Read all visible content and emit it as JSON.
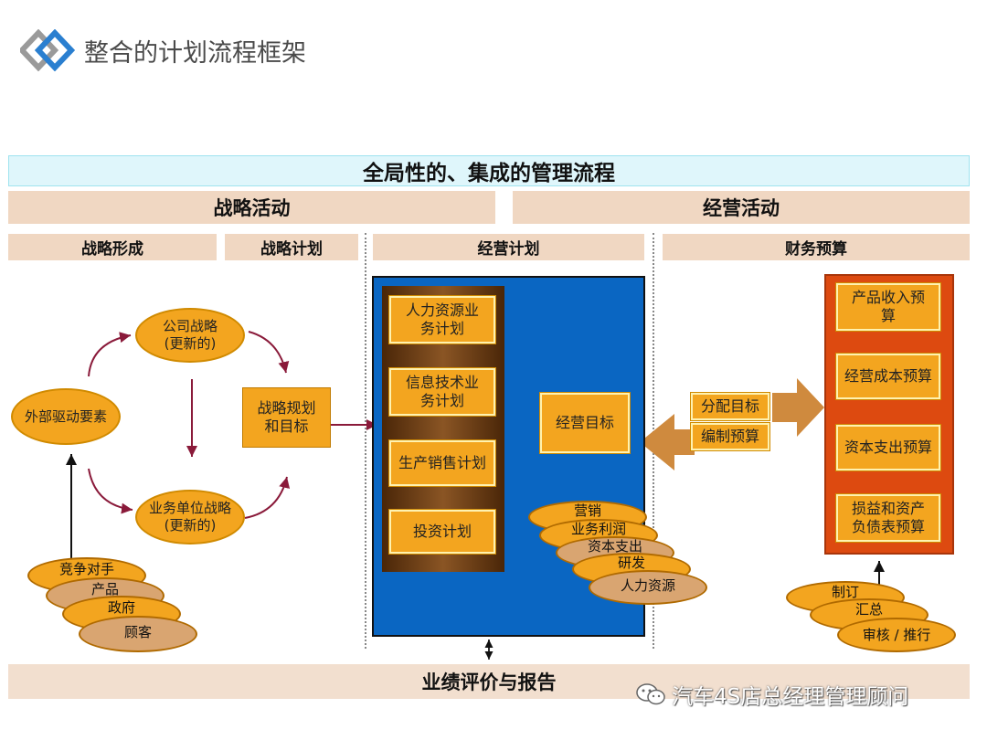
{
  "page": {
    "title": "整合的计划流程框架"
  },
  "header_bar": "全局性的、集成的管理流程",
  "sections": {
    "strategy": "战略活动",
    "operations": "经营活动"
  },
  "subsections": {
    "strategy_formation": "战略形成",
    "strategy_planning": "战略计划",
    "operation_planning": "经营计划",
    "financial_budget": "财务预算"
  },
  "strategy_formation": {
    "corporate_strategy": [
      "公司战略",
      "(更新的)"
    ],
    "business_unit_strategy": [
      "业务单位战略",
      "(更新的)"
    ],
    "external_drivers": "外部驱动要素",
    "drivers_stack": [
      "竞争对手",
      "产品",
      "政府",
      "顾客"
    ]
  },
  "strategy_planning": {
    "box": [
      "战略规划",
      "和目标"
    ]
  },
  "operation_planning": {
    "plans": [
      [
        "人力资源业",
        "务计划"
      ],
      [
        "信息技术业",
        "务计划"
      ],
      [
        "生产销售计划"
      ],
      [
        "投资计划"
      ]
    ],
    "target": "经营目标",
    "target_stack": [
      "营销",
      "业务利润",
      "资本支出",
      "研发",
      "人力资源"
    ]
  },
  "link_labels": {
    "allocate": "分配目标",
    "compile": "编制预算"
  },
  "financial_budget": {
    "items": [
      [
        "产品收入预",
        "算"
      ],
      [
        "经营成本预算"
      ],
      [
        "资本支出预算"
      ],
      [
        "损益和资产",
        "负债表预算"
      ]
    ],
    "stack": [
      "制订",
      "汇总",
      "审核 / 推行"
    ]
  },
  "bottom_bar": "业绩评价与报告",
  "watermark": "汽车4S店总经理管理顾问",
  "colors": {
    "accent_orange": "#f3a51f",
    "blue": "#0a66c2",
    "tan": "#f0d7c2",
    "red_orange": "#dd4a10"
  }
}
